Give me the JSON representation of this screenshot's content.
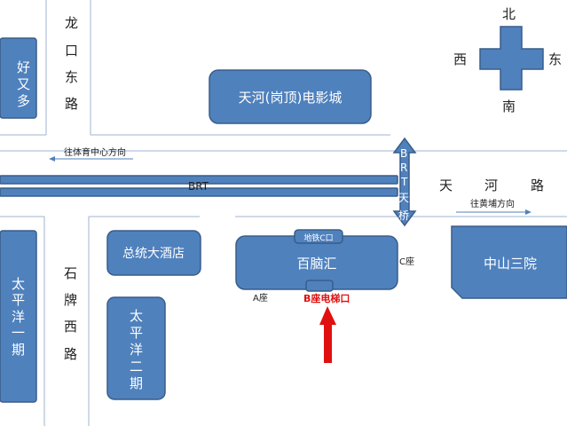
{
  "compass": {
    "north": "北",
    "south": "南",
    "west": "西",
    "east": "东"
  },
  "streets": {
    "longkou": [
      "龙",
      "口",
      "东",
      "路"
    ],
    "shipai": [
      "石",
      "牌",
      "西",
      "路"
    ],
    "tianhe": [
      "天",
      "河",
      "路"
    ]
  },
  "buildings": {
    "haoyouduo": [
      "好",
      "又",
      "多"
    ],
    "cinema": "天河(岗顶)电影城",
    "hotel": "总统大酒店",
    "pacific1": [
      "太",
      "平",
      "洋",
      "一",
      "期"
    ],
    "pacific2": [
      "太",
      "平",
      "洋",
      "二",
      "期"
    ],
    "mall": "百脑汇",
    "hospital": "中山三院"
  },
  "labels": {
    "brt": "BRT",
    "bridge": [
      "B",
      "R",
      "T",
      "天",
      "桥"
    ],
    "to_stadium": "往体育中心方向",
    "to_huangpu": "往黄埔方向",
    "metro_c": "地铁C口",
    "seat_a": "A座",
    "seat_b_elevator": "B座电梯口",
    "seat_c": "C座"
  },
  "colors": {
    "block": "#4f81bd",
    "block_border": "#385d8a",
    "highlight": "#e01010"
  }
}
